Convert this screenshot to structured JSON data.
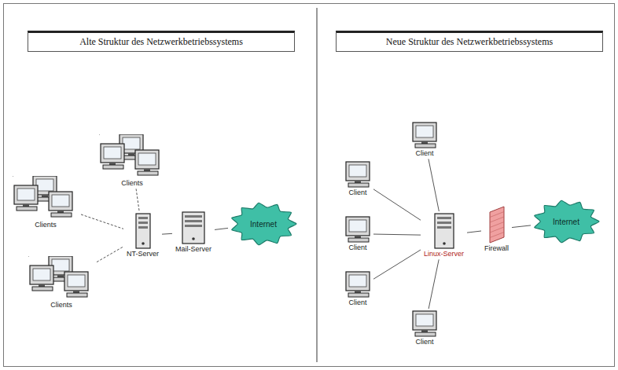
{
  "diagram": {
    "nodes": [
      {
        "text": [
          "Alte Struktur des Netzwerkbetriebssystems"
        ]
      },
      {
        "text": [
          "Neue Struktur des Netzwerkbetriebssystems"
        ]
      },
      {
        "text": [
          "Clients"
        ]
      },
      {
        "text": [
          "Clients"
        ]
      },
      {
        "text": [
          "Clients"
        ]
      },
      {
        "text": [
          "NT-Server"
        ]
      },
      {
        "text": [
          "Mail-Server"
        ]
      },
      {
        "text": [
          "Internet"
        ]
      },
      {
        "text": [
          "Client"
        ]
      },
      {
        "text": [
          "Client"
        ]
      },
      {
        "text": [
          "Client"
        ]
      },
      {
        "text": [
          "Client"
        ]
      },
      {
        "text": [
          "Client"
        ]
      },
      {
        "text": [
          "Linux-Server"
        ]
      },
      {
        "text": [
          "Firewall"
        ]
      },
      {
        "text": [
          "Internet"
        ]
      }
    ],
    "edges": [
      {
        "from": 2,
        "to": 5,
        "arrow": "none"
      },
      {
        "from": 3,
        "to": 5,
        "arrow": "none"
      },
      {
        "from": 4,
        "to": 5,
        "arrow": "none"
      },
      {
        "from": 5,
        "to": 6,
        "arrow": "none"
      },
      {
        "from": 6,
        "to": 7,
        "arrow": "none"
      },
      {
        "from": 8,
        "to": 13,
        "arrow": "none"
      },
      {
        "from": 9,
        "to": 13,
        "arrow": "none"
      },
      {
        "from": 10,
        "to": 13,
        "arrow": "none"
      },
      {
        "from": 11,
        "to": 13,
        "arrow": "none"
      },
      {
        "from": 12,
        "to": 13,
        "arrow": "none"
      },
      {
        "from": 13,
        "to": 14,
        "arrow": "none"
      },
      {
        "from": 14,
        "to": 15,
        "arrow": "none"
      }
    ]
  }
}
